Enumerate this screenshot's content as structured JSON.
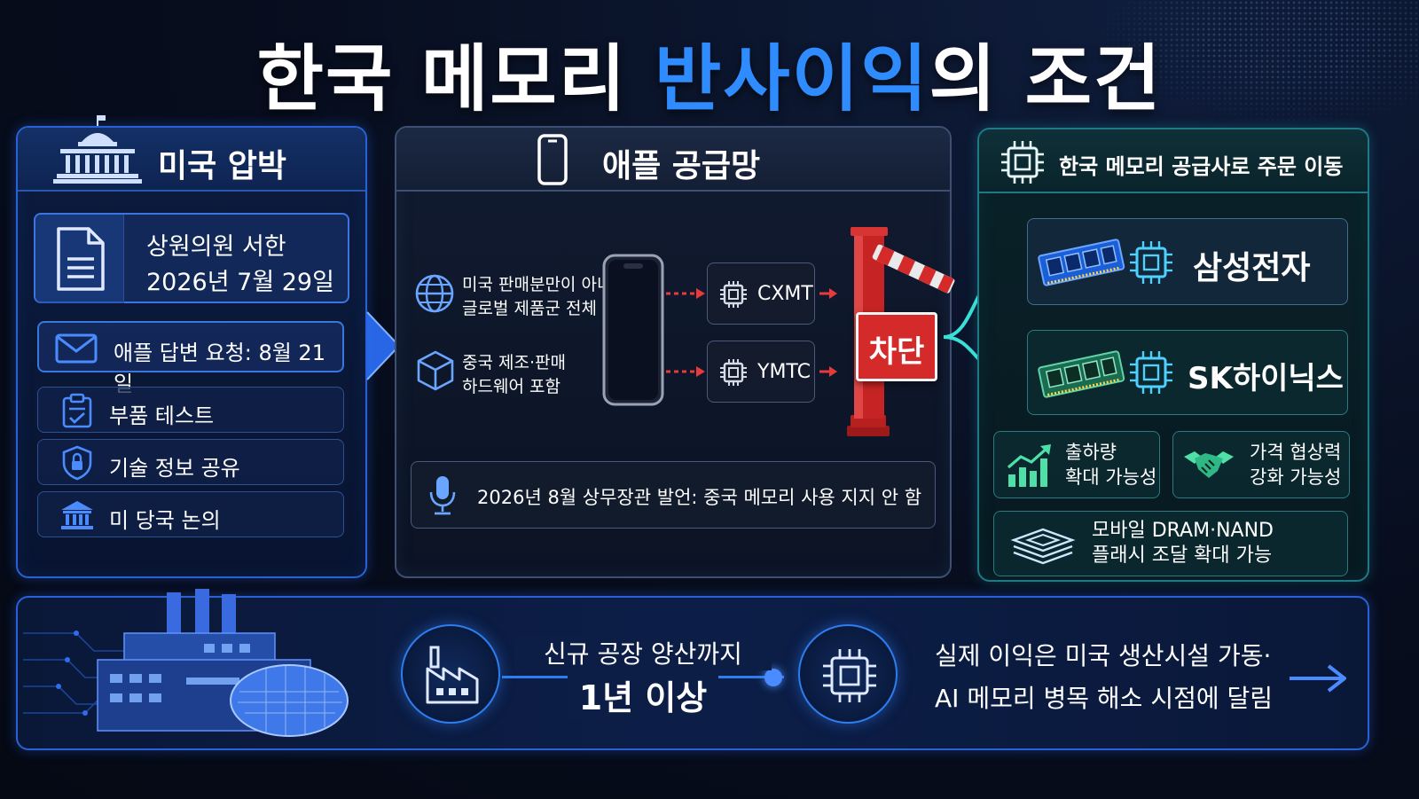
{
  "title": {
    "part1": "한국 메모리 ",
    "accent": "반사이익",
    "part2": "의 조건"
  },
  "colors": {
    "accent": "#2f8cff",
    "barrier_red": "#d42a2a",
    "teal": "#3ae0d8",
    "panel_border": "#2a61d6"
  },
  "left_panel": {
    "header": "미국 압박",
    "header_icon": "capitol-icon",
    "letter": {
      "icon": "document-icon",
      "line1": "상원의원 서한",
      "line2": "2026년 7월 29일"
    },
    "request": {
      "icon": "envelope-icon",
      "text": "애플 답변 요청: 8월 21일"
    },
    "items": [
      {
        "icon": "clipboard-check-icon",
        "text": "부품 테스트"
      },
      {
        "icon": "shield-lock-icon",
        "text": "기술 정보 공유"
      },
      {
        "icon": "government-building-icon",
        "text": "미 당국 논의"
      }
    ]
  },
  "mid_panel": {
    "header": "애플 공급망",
    "header_icon": "smartphone-icon",
    "scope": [
      {
        "icon": "globe-icon",
        "line1": "미국 판매분만이 아니라",
        "line2": "글로벌 제품군 전체 대상"
      },
      {
        "icon": "cube-icon",
        "line1": "중국 제조·판매",
        "line2": "하드웨어 포함"
      }
    ],
    "suppliers": [
      "CXMT",
      "YMTC"
    ],
    "barrier_label": "차단",
    "statement": {
      "icon": "microphone-icon",
      "text": "2026년 8월 상무장관 발언: 중국 메모리 사용 지지 안 함"
    }
  },
  "right_panel": {
    "header": "한국 메모리 공급사로 주문 이동",
    "header_icon": "chip-icon",
    "companies": [
      "삼성전자",
      "SK하이닉스"
    ],
    "benefits": [
      {
        "icon": "growth-chart-icon",
        "line1": "출하량",
        "line2": "확대 가능성"
      },
      {
        "icon": "handshake-icon",
        "line1": "가격 협상력",
        "line2": "강화 가능성"
      }
    ],
    "mobile": {
      "icon": "layers-chip-icon",
      "line1": "모바일 DRAM·NAND",
      "line2": "플래시 조달 확대 가능"
    }
  },
  "bottom": {
    "factory_icon": "factory-icon",
    "timeline_line1": "신규 공장 양산까지",
    "timeline_line2": "1년 이상",
    "chip_icon": "chip-icon",
    "condition_line1": "실제 이익은 미국 생산시설 가동·",
    "condition_line2": "AI 메모리 병목 해소 시점에 달림",
    "arrow_icon": "arrow-right-icon"
  }
}
